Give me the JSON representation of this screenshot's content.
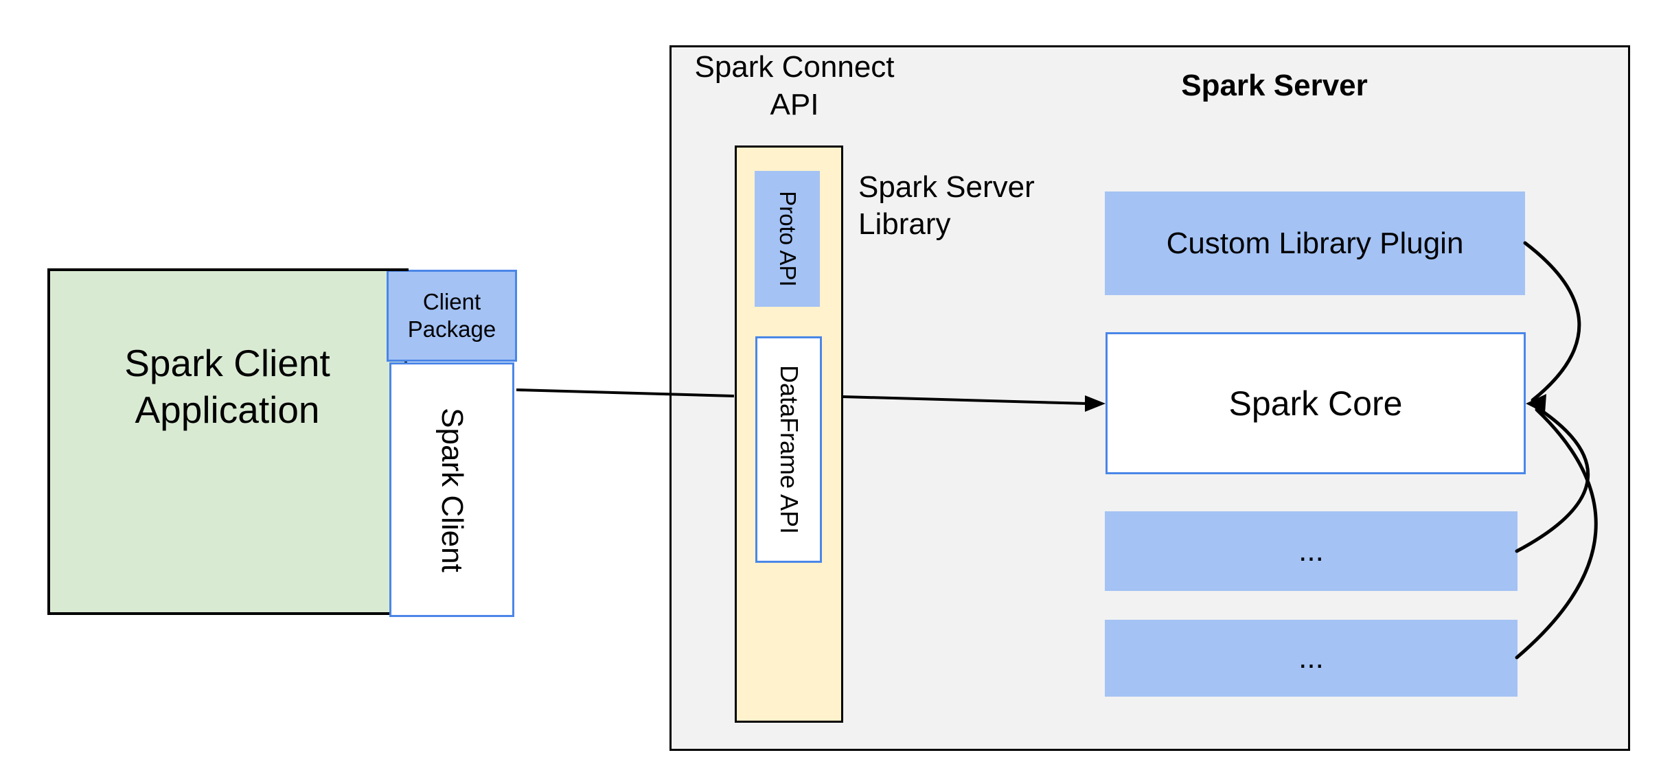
{
  "client": {
    "app_line1": "Spark Client",
    "app_line2": "Application",
    "package_line1": "Client",
    "package_line2": "Package",
    "client_label": "Spark Client"
  },
  "connect": {
    "title_line1": "Spark Connect",
    "title_line2": "API",
    "library_line1": "Spark Server",
    "library_line2": "Library",
    "proto_label": "Proto API",
    "dataframe_label": "DataFrame API"
  },
  "server": {
    "title": "Spark Server",
    "plugin_label": "Custom Library Plugin",
    "core_label": "Spark Core",
    "ellipsis1": "...",
    "ellipsis2": "..."
  },
  "colors": {
    "blue-fill": "#a4c2f4",
    "blue-border": "#4a86e8",
    "green-fill": "#d9ead3",
    "beige-fill": "#fff2cc",
    "gray-fill": "#f2f2f2"
  }
}
